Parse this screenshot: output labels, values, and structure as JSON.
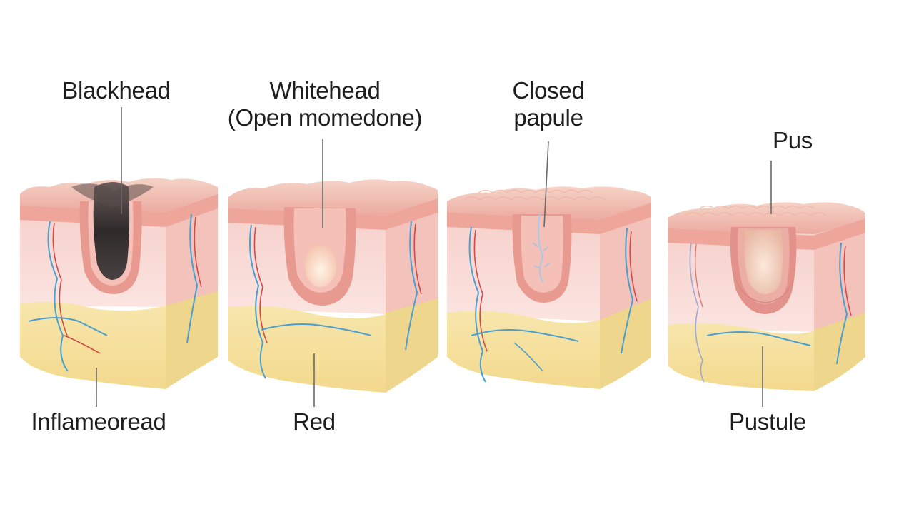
{
  "labels": {
    "blackhead": "Blackhead",
    "whitehead_line1": "Whitehead",
    "whitehead_line2": "(Open momedone)",
    "closed_line1": "Closed",
    "closed_line2": "papule",
    "pus": "Pus",
    "inflamed": "Inflameoread",
    "red": "Red",
    "pustule": "Pustule"
  },
  "colors": {
    "epidermis_top": "#f0a8a0",
    "epidermis": "#f4c6bf",
    "dermis": "#f9dcd8",
    "fat": "#f6e3a5",
    "fat_side": "#eed68c",
    "blackhead_plug": "#3a3534",
    "vessel_blue": "#4a9fcf",
    "vessel_red": "#d24a4a",
    "leader_line": "#6a6a6a"
  }
}
